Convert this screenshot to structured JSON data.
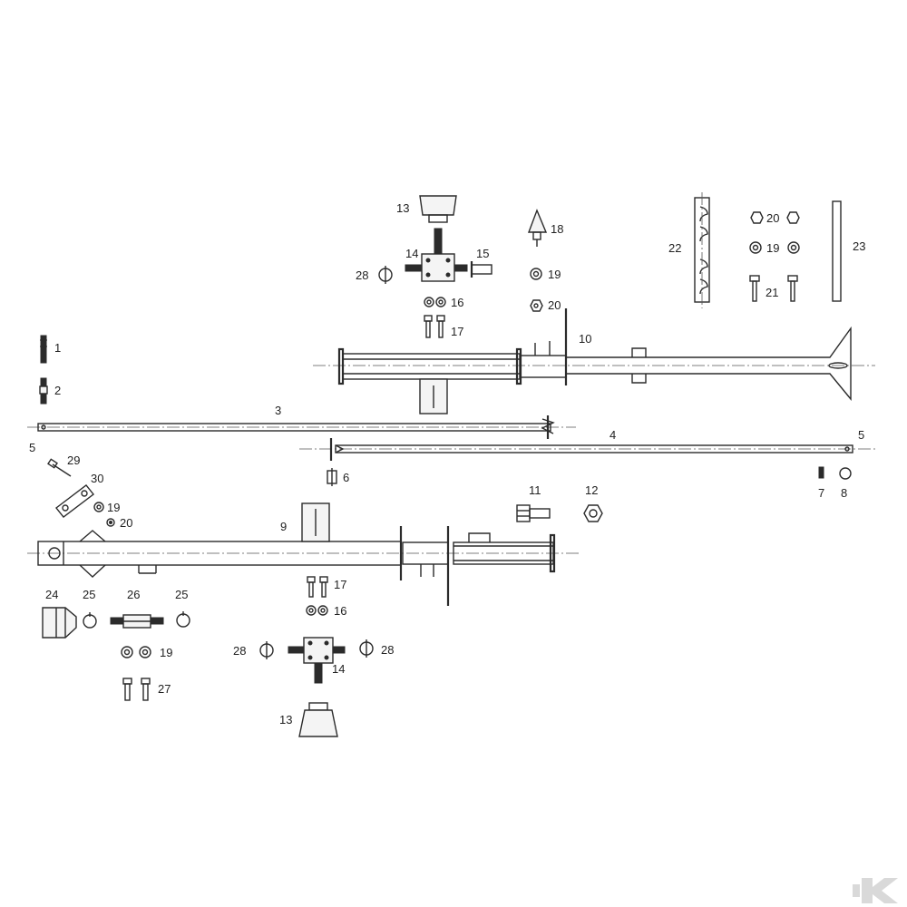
{
  "labels": {
    "n1": "1",
    "n2": "2",
    "n3": "3",
    "n4": "4",
    "n5": "5",
    "n6": "6",
    "n7": "7",
    "n8": "8",
    "n9": "9",
    "n10": "10",
    "n11": "11",
    "n12": "12",
    "n13": "13",
    "n14": "14",
    "n15": "15",
    "n16": "16",
    "n17": "17",
    "n18": "18",
    "n19": "19",
    "n20": "20",
    "n21": "21",
    "n22": "22",
    "n23": "23",
    "n24": "24",
    "n25": "25",
    "n26": "26",
    "n27": "27",
    "n28": "28",
    "n29": "29",
    "n30": "30"
  },
  "colors": {
    "line": "#2b2b2b",
    "logo": "#d9d9d9"
  },
  "icons": {
    "corner": "brand-k-logo-icon"
  }
}
